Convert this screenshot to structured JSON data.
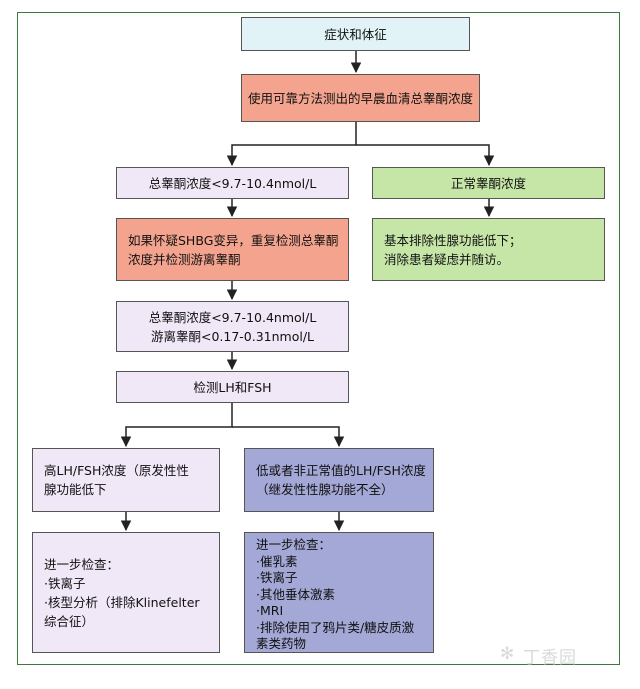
{
  "nodes": {
    "symptoms": {
      "lines": [
        "症状和体征"
      ]
    },
    "morning_test": {
      "lines": [
        "使用可靠方法测出的早晨血清总睾酮浓度"
      ]
    },
    "low_total_t": {
      "lines": [
        "总睾酮浓度<9.7-10.4nmol/L"
      ]
    },
    "normal_t": {
      "lines": [
        "正常睾酮浓度"
      ]
    },
    "retest": {
      "lines": [
        "如果怀疑SHBG变异，重复检测总睾酮",
        "浓度并检测游离睾酮"
      ]
    },
    "rule_out": {
      "lines": [
        "基本排除性腺功能低下；",
        "消除患者疑虑并随访。"
      ]
    },
    "confirmed_low": {
      "lines": [
        "总睾酮浓度<9.7-10.4nmol/L",
        "游离睾酮<0.17-0.31nmol/L"
      ]
    },
    "lh_fsh": {
      "lines": [
        "检测LH和FSH"
      ]
    },
    "high_lh": {
      "lines": [
        "高LH/FSH浓度（原发性性",
        "腺功能低下"
      ]
    },
    "low_lh": {
      "lines": [
        "低或者非正常值的LH/FSH浓度",
        "（继发性性腺功能不全）"
      ]
    },
    "primary_workup": {
      "lines": [
        "进一步检查：",
        "·铁离子",
        "·核型分析（排除Klinefelter",
        "综合征）"
      ]
    },
    "secondary_workup": {
      "lines": [
        "进一步检查：",
        "·催乳素",
        "·铁离子",
        "·其他垂体激素",
        "·MRI",
        "·排除使用了鸦片类/糖皮质激",
        "素类药物"
      ]
    }
  },
  "watermark": {
    "text": "丁香园",
    "icon": "dandelion-logo-icon"
  },
  "colors": {
    "frame": "#3c7a3c",
    "cyan": "#e1f3f6",
    "salmon": "#f4a48e",
    "lavender": "#f0e7f7",
    "green": "#c6e6a8",
    "periwinkle": "#a4a8d6",
    "connector": "#222222"
  }
}
